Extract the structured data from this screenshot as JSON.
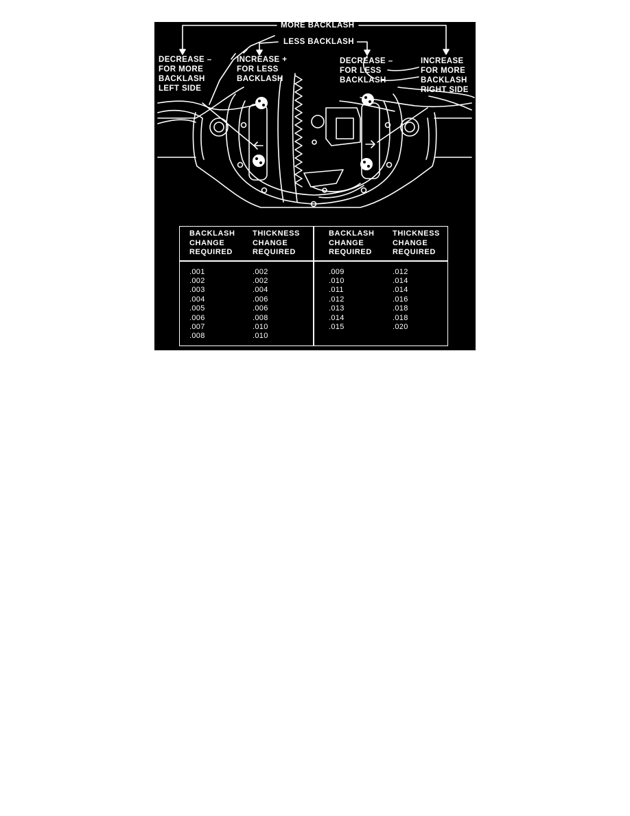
{
  "figure": {
    "labels": {
      "more_backlash": "MORE BACKLASH",
      "less_backlash": "LESS BACKLASH",
      "left_decrease": "DECREASE –\nFOR MORE\nBACKLASH\nLEFT SIDE",
      "left_increase": "INCREASE +\nFOR LESS\nBACKLASH",
      "right_decrease": "DECREASE –\nFOR LESS\nBACKLASH",
      "right_increase": "INCREASE\nFOR MORE\nBACKLASH\nRIGHT SIDE"
    },
    "table": {
      "left": {
        "headers": [
          "BACKLASH\nCHANGE\nREQUIRED",
          "THICKNESS\nCHANGE\nREQUIRED"
        ],
        "rows": [
          [
            ".001",
            ".002"
          ],
          [
            ".002",
            ".002"
          ],
          [
            ".003",
            ".004"
          ],
          [
            ".004",
            ".006"
          ],
          [
            ".005",
            ".006"
          ],
          [
            ".006",
            ".008"
          ],
          [
            ".007",
            ".010"
          ],
          [
            ".008",
            ".010"
          ]
        ]
      },
      "right": {
        "headers": [
          "BACKLASH\nCHANGE\nREQUIRED",
          "THICKNESS\nCHANGE\nREQUIRED"
        ],
        "rows": [
          [
            ".009",
            ".012"
          ],
          [
            ".010",
            ".014"
          ],
          [
            ".011",
            ".014"
          ],
          [
            ".012",
            ".016"
          ],
          [
            ".013",
            ".018"
          ],
          [
            ".014",
            ".018"
          ],
          [
            ".015",
            ".020"
          ]
        ]
      }
    }
  }
}
